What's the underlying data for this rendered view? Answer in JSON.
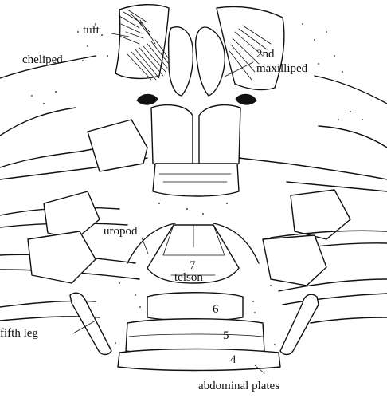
{
  "labels": {
    "tuft": "tuft",
    "cheliped": "cheliped",
    "maxilliped_line1": "2nd",
    "maxilliped_line2": "maxilliped",
    "uropod": "uropod",
    "seven": "7",
    "telson": "telson",
    "six": "6",
    "five": "5",
    "four": "4",
    "fifth_leg": "fifth leg",
    "abdominal_plates": "abdominal plates"
  },
  "colors": {
    "ink": "#111111",
    "paper": "#ffffff"
  }
}
